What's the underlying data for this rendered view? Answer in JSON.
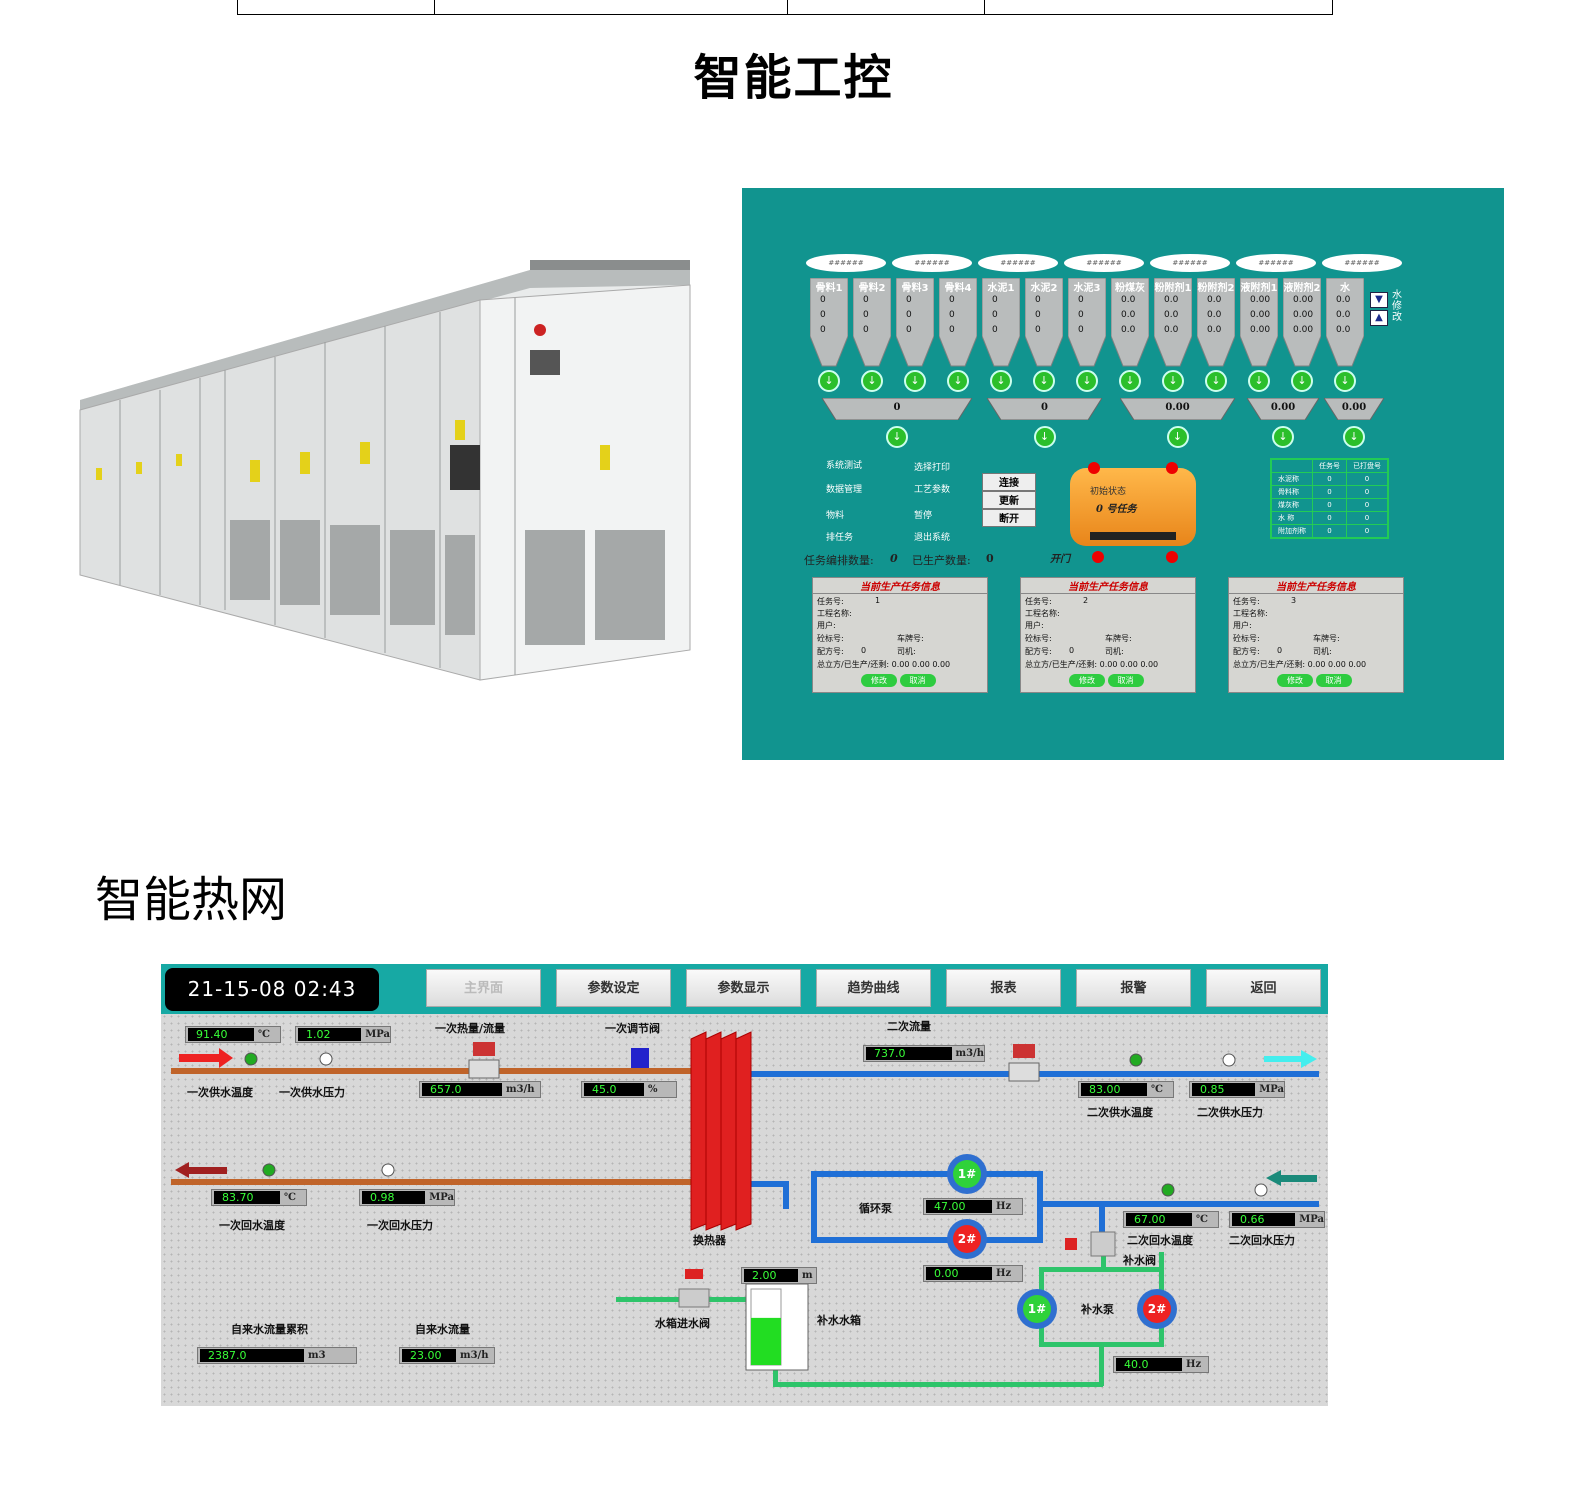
{
  "headings": {
    "industrial_control": "智能工控",
    "smart_heating": "智能热网"
  },
  "batching": {
    "silos": [
      {
        "label": "骨料1",
        "vals": [
          "0",
          "0",
          "0"
        ]
      },
      {
        "label": "骨料2",
        "vals": [
          "0",
          "0",
          "0"
        ]
      },
      {
        "label": "骨料3",
        "vals": [
          "0",
          "0",
          "0"
        ]
      },
      {
        "label": "骨料4",
        "vals": [
          "0",
          "0",
          "0"
        ]
      },
      {
        "label": "水泥1",
        "vals": [
          "0",
          "0",
          "0"
        ]
      },
      {
        "label": "水泥2",
        "vals": [
          "0",
          "0",
          "0"
        ]
      },
      {
        "label": "水泥3",
        "vals": [
          "0",
          "0",
          "0"
        ]
      },
      {
        "label": "粉煤灰",
        "vals": [
          "0.0",
          "0.0",
          "0.0"
        ]
      },
      {
        "label": "粉附剂1",
        "vals": [
          "0.0",
          "0.0",
          "0.0"
        ]
      },
      {
        "label": "粉附剂2",
        "vals": [
          "0.0",
          "0.0",
          "0.0"
        ]
      },
      {
        "label": "液附剂1",
        "vals": [
          "0.00",
          "0.00",
          "0.00"
        ]
      },
      {
        "label": "液附剂2",
        "vals": [
          "0.00",
          "0.00",
          "0.00"
        ]
      },
      {
        "label": "水",
        "vals": [
          "0.0",
          "0.0",
          "0.0"
        ]
      }
    ],
    "bubble_text": "######",
    "side_label": "水修改",
    "hoppers": [
      "0",
      "0",
      "0.00",
      "0.00",
      "0.00"
    ],
    "menu_left": [
      "系统测试",
      "数据管理",
      "物料",
      "排任务"
    ],
    "menu_mid": [
      "选择打印",
      "工艺参数",
      "暂停",
      "退出系统"
    ],
    "conn_buttons": [
      "连接",
      "更新",
      "断开"
    ],
    "mixer_state": "初始状态",
    "mixer_task": "0  号任务",
    "door_label": "开门",
    "task_count_label": "任务编排数量:",
    "task_count": "0",
    "produced_label": "已生产数量:",
    "produced": "0",
    "stat_table": {
      "headers": [
        "",
        "任务号",
        "已打盘号"
      ],
      "rows": [
        [
          "水泥称",
          "0",
          "0"
        ],
        [
          "骨料称",
          "0",
          "0"
        ],
        [
          "煤灰称",
          "0",
          "0"
        ],
        [
          "水  称",
          "0",
          "0"
        ],
        [
          "附加剂称",
          "0",
          "0"
        ]
      ]
    },
    "task_panels": [
      {
        "title": "当前生产任务信息",
        "task_no_label": "任务号:",
        "task_no": "1",
        "project": "工程名称:",
        "user": "用户:",
        "grade": "砼标号:",
        "car": "车牌号:",
        "recipe": "配方号:",
        "recipe_val": "0",
        "driver": "司机:",
        "totals": "总立方/已生产/还剩: 0.00   0.00   0.00",
        "btn1": "修改",
        "btn2": "取消"
      },
      {
        "title": "当前生产任务信息",
        "task_no_label": "任务号:",
        "task_no": "2",
        "project": "工程名称:",
        "user": "用户:",
        "grade": "砼标号:",
        "car": "车牌号:",
        "recipe": "配方号:",
        "recipe_val": "0",
        "driver": "司机:",
        "totals": "总立方/已生产/还剩: 0.00   0.00   0.00",
        "btn1": "修改",
        "btn2": "取消"
      },
      {
        "title": "当前生产任务信息",
        "task_no_label": "任务号:",
        "task_no": "3",
        "project": "工程名称:",
        "user": "用户:",
        "grade": "砼标号:",
        "car": "车牌号:",
        "recipe": "配方号:",
        "recipe_val": "0",
        "driver": "司机:",
        "totals": "总立方/已生产/还剩: 0.00   0.00   0.00",
        "btn1": "修改",
        "btn2": "取消"
      }
    ]
  },
  "heating": {
    "clock": "21-15-08   02:43",
    "tabs": [
      "主界面",
      "参数设定",
      "参数显示",
      "趋势曲线",
      "报表",
      "报警",
      "返回"
    ],
    "primary_supply_temp": {
      "value": "91.40",
      "unit": "℃",
      "label": "一次供水温度"
    },
    "primary_supply_press": {
      "value": "1.02",
      "unit": "MPa",
      "label": "一次供水压力"
    },
    "primary_flow": {
      "value": "657.0",
      "unit": "m3/h",
      "label": "一次热量/流量"
    },
    "primary_valve": {
      "value": "45.0",
      "unit": "%",
      "label": "一次调节阀"
    },
    "secondary_flow": {
      "value": "737.0",
      "unit": "m3/h",
      "label": "二次流量"
    },
    "secondary_supply_temp": {
      "value": "83.00",
      "unit": "℃",
      "label": "二次供水温度"
    },
    "secondary_supply_press": {
      "value": "0.85",
      "unit": "MPa",
      "label": "二次供水压力"
    },
    "primary_return_temp": {
      "value": "83.70",
      "unit": "℃",
      "label": "一次回水温度"
    },
    "primary_return_press": {
      "value": "0.98",
      "unit": "MPa",
      "label": "一次回水压力"
    },
    "exchanger_label": "换热器",
    "circ_pump_label": "循环泵",
    "pump1": "1#",
    "pump2": "2#",
    "circ1_hz": {
      "value": "47.00",
      "unit": "Hz"
    },
    "circ2_hz": {
      "value": "0.00",
      "unit": "Hz"
    },
    "secondary_return_temp": {
      "value": "67.00",
      "unit": "℃",
      "label": "二次回水温度"
    },
    "secondary_return_press": {
      "value": "0.66",
      "unit": "MPa",
      "label": "二次回水压力"
    },
    "makeup_valve_label": "补水阀",
    "makeup_pump_label": "补水泵",
    "makeup_hz": {
      "value": "40.0",
      "unit": "Hz"
    },
    "tank_level": {
      "value": "2.00",
      "unit": "m"
    },
    "tank_label": "补水水箱",
    "tank_inlet_label": "水箱进水阀",
    "tap_total": {
      "value": "2387.0",
      "unit": "m3",
      "label": "自来水流量累积"
    },
    "tap_flow": {
      "value": "23.00",
      "unit": "m3/h",
      "label": "自来水流量"
    },
    "tank_fill": 0.62
  },
  "colors": {
    "teal": "#11948f",
    "hmi_bar": "#17a9a4",
    "pipe_hot": "#c0642a",
    "pipe_cold": "#1f6fd6",
    "pipe_green": "#2ec46a"
  }
}
